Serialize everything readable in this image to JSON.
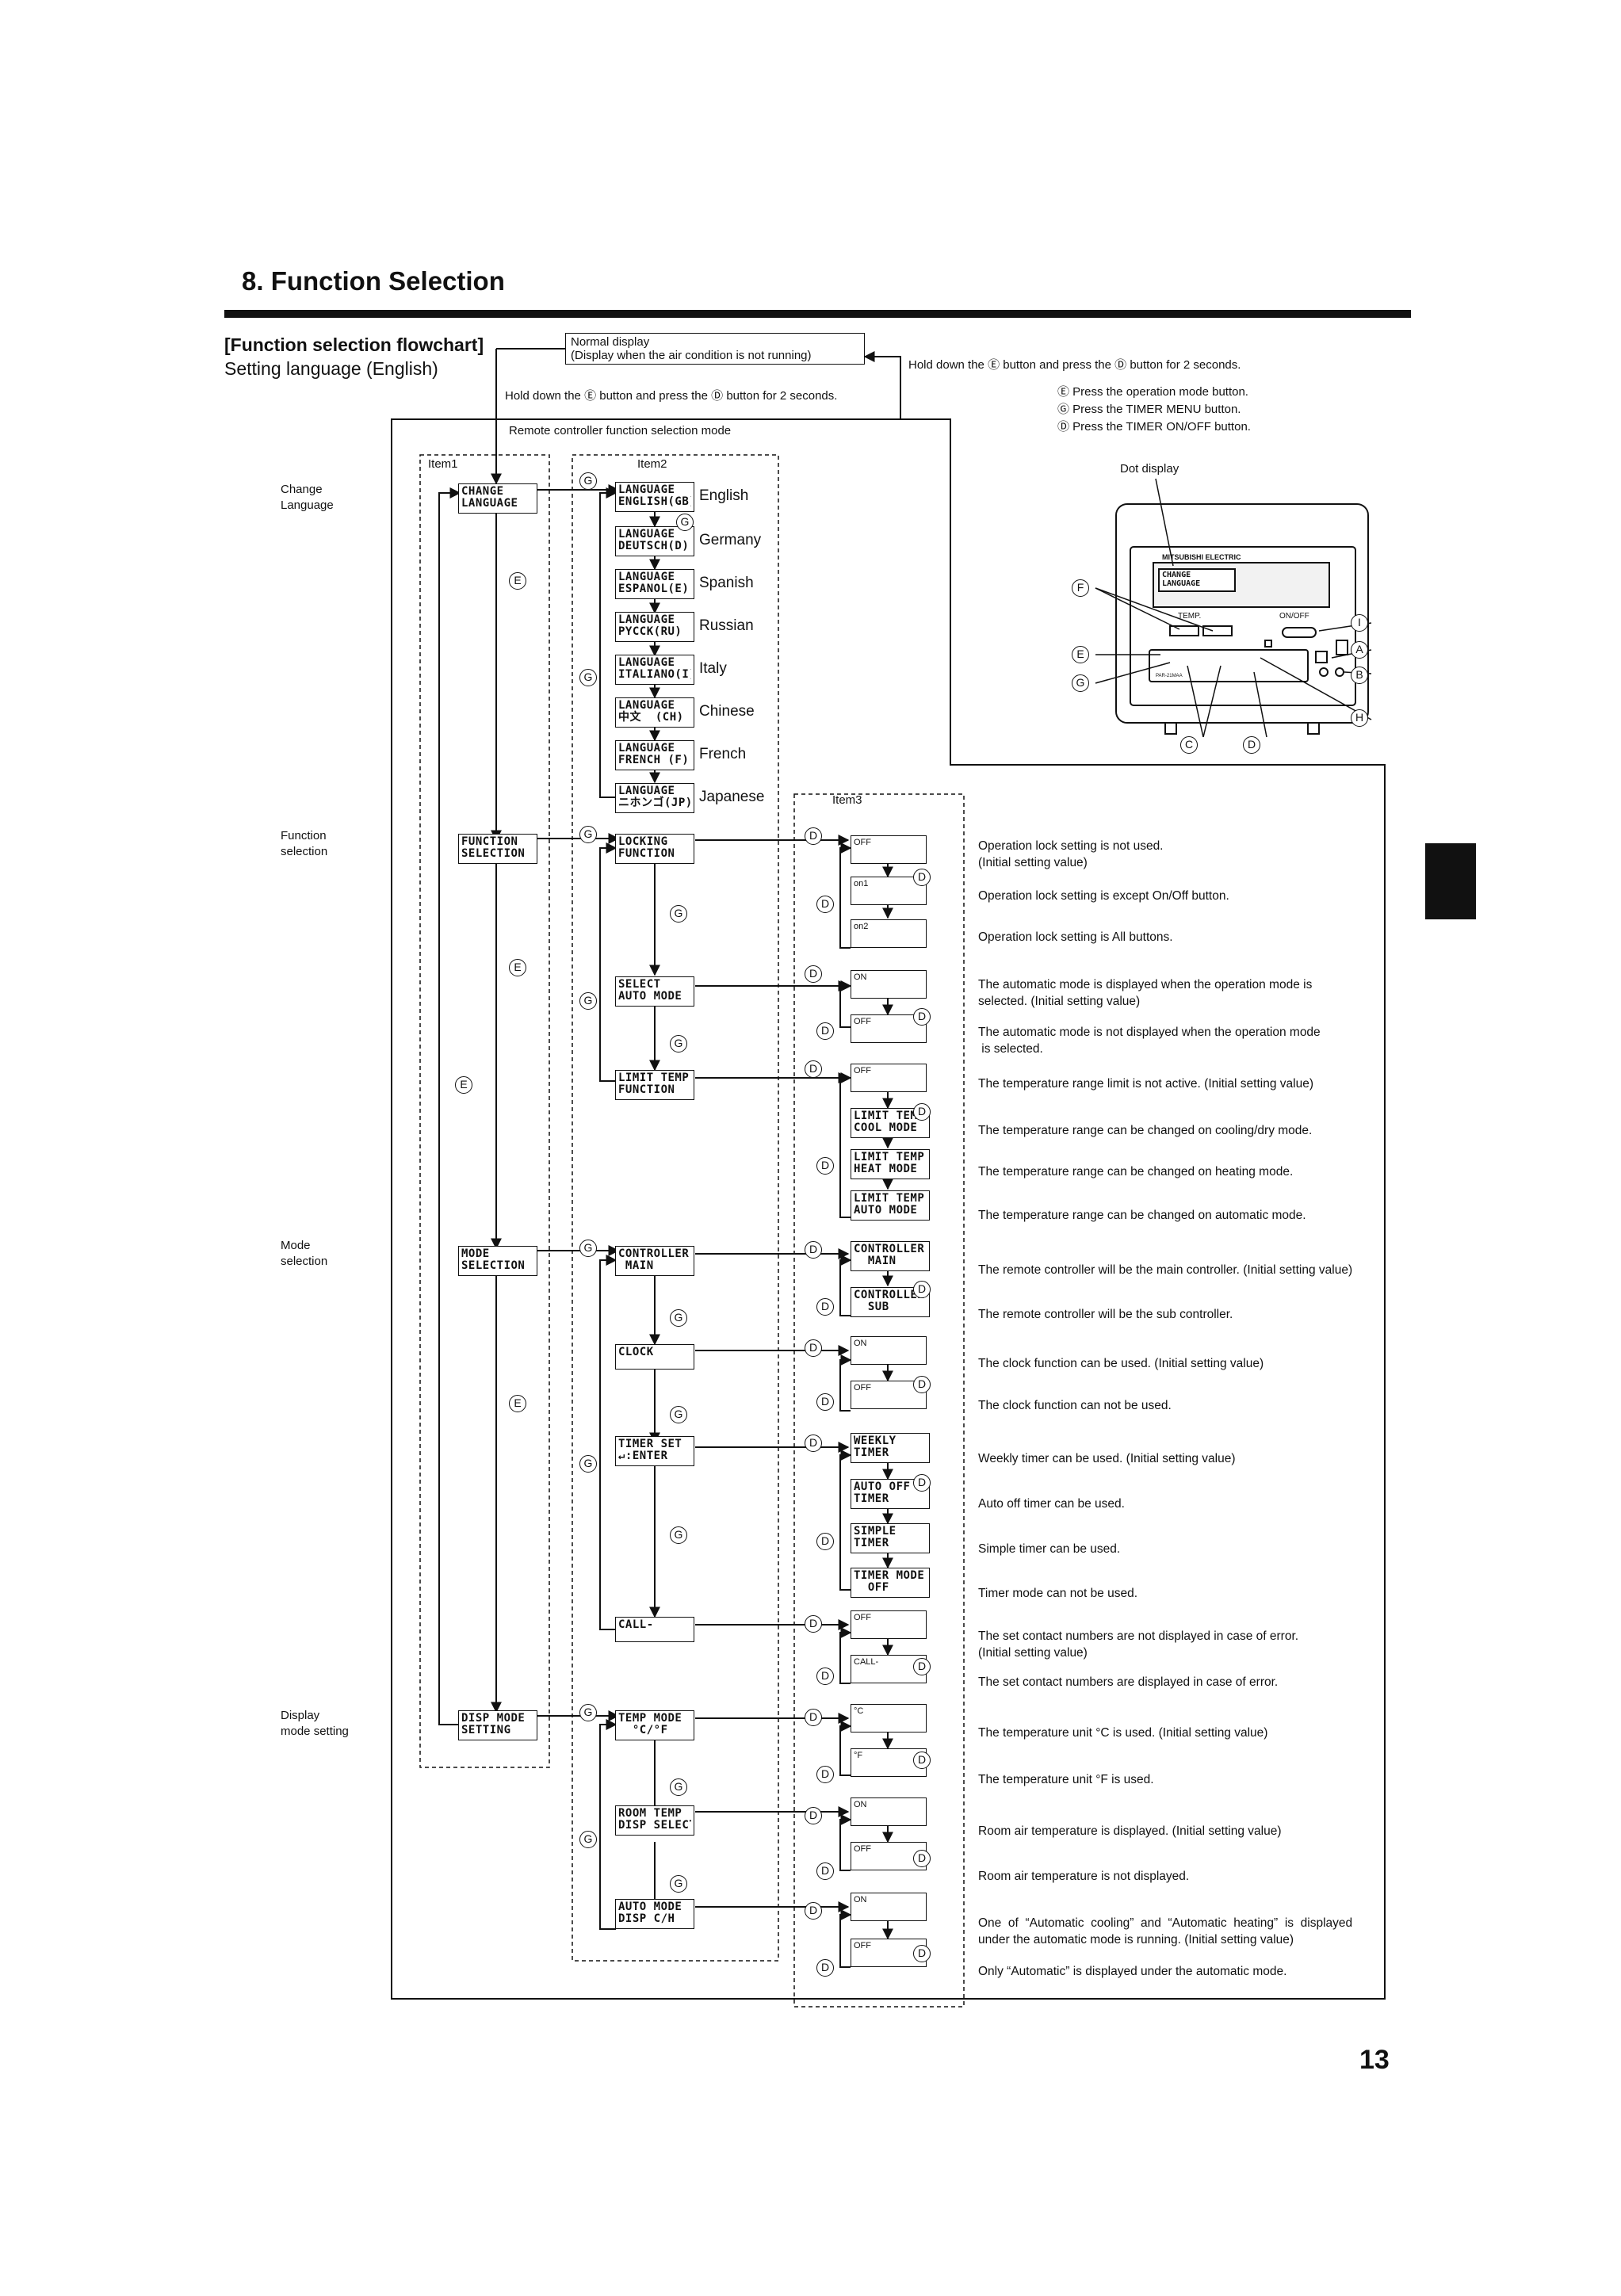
{
  "page": {
    "section_title": "8. Function Selection",
    "flowchart_title": "[Function selection flowchart]",
    "flowchart_subtitle": "Setting language (English)",
    "page_number": "13"
  },
  "top": {
    "normal_display_line1": "Normal display",
    "normal_display_line2": "(Display when the air condition is not running)",
    "hold_down_left": "Hold down the Ⓔ button and press the Ⓓ button for 2 seconds.",
    "hold_down_right": "Hold down the Ⓔ button and press the Ⓓ button for 2 seconds.",
    "legend_e": "Ⓔ Press the operation mode button.",
    "legend_g": "Ⓖ Press the TIMER MENU button.",
    "legend_d": "Ⓓ Press the TIMER ON/OFF button.",
    "mode_label": "Remote controller function selection mode",
    "dot_display": "Dot display"
  },
  "columns": {
    "item1": "Item1",
    "item2": "Item2",
    "item3": "Item3"
  },
  "groups": {
    "change_language": "Change\nLanguage",
    "function_selection": "Function\nselection",
    "mode_selection": "Mode\nselection",
    "display_mode": "Display\nmode setting"
  },
  "item1": {
    "change_language": "CHANGE\nLANGUAGE",
    "function_selection": "FUNCTION\nSELECTION",
    "mode_selection": "MODE\nSELECTION",
    "disp_mode": "DISP MODE\nSETTING"
  },
  "languages": [
    {
      "lcd": "LANGUAGE\nENGLISH(GB)",
      "label": "English"
    },
    {
      "lcd": "LANGUAGE\nDEUTSCH(D)",
      "label": "Germany"
    },
    {
      "lcd": "LANGUAGE\nESPANOL(E)",
      "label": "Spanish"
    },
    {
      "lcd": "LANGUAGE\nPYCCK(RU)",
      "label": "Russian"
    },
    {
      "lcd": "LANGUAGE\nITALIANO(I)",
      "label": "Italy"
    },
    {
      "lcd": "LANGUAGE\n中文  (CH)",
      "label": "Chinese"
    },
    {
      "lcd": "LANGUAGE\nFRENCH (F)",
      "label": "French"
    },
    {
      "lcd": "LANGUAGE\nニホンゴ(JP)",
      "label": "Japanese"
    }
  ],
  "item2": {
    "locking": "LOCKING\nFUNCTION",
    "select_auto": "SELECT\nAUTO MODE",
    "limit_temp": "LIMIT TEMP\nFUNCTION",
    "controller": "CONTROLLER\n MAIN",
    "clock": "CLOCK",
    "timer_set": "TIMER SET\n↵:ENTER",
    "call": "CALL-",
    "temp_mode": "TEMP MODE\n  °C/°F",
    "room_temp": "ROOM TEMP\nDISP SELECT",
    "auto_mode_disp": "AUTO MODE\nDISP C/H"
  },
  "item3": {
    "lock_off": "OFF",
    "lock_on1": "on1",
    "lock_on2": "on2",
    "auto_on": "ON",
    "auto_off": "OFF",
    "limit_off": "OFF",
    "limit_cool": "LIMIT TEMP\nCOOL MODE",
    "limit_heat": "LIMIT TEMP\nHEAT MODE",
    "limit_auto": "LIMIT TEMP\nAUTO MODE",
    "ctrl_main": "CONTROLLER\n  MAIN",
    "ctrl_sub": "CONTROLLER\n  SUB",
    "clock_on": "ON",
    "clock_off": "OFF",
    "weekly": "WEEKLY\nTIMER",
    "auto_off_timer": "AUTO OFF\nTIMER",
    "simple": "SIMPLE\nTIMER",
    "timer_mode_off": "TIMER MODE\n  OFF",
    "call_off": "OFF",
    "call_on": "CALL-",
    "temp_c": "°C",
    "temp_f": "°F",
    "room_on": "ON",
    "room_off": "OFF",
    "autodisp_on": "ON",
    "autodisp_off": "OFF"
  },
  "descriptions": {
    "lock_off": "Operation lock setting is not used.\n(Initial setting value)",
    "lock_on1": "Operation lock setting is except On/Off button.",
    "lock_on2": "Operation lock setting is All buttons.",
    "auto_on": "The automatic mode is displayed when the operation mode is\nselected. (Initial setting value)",
    "auto_off": "The automatic mode is not displayed when the operation mode\n is selected.",
    "limit_off": "The temperature range limit is not active. (Initial setting value)",
    "limit_cool": "The temperature range can be changed on cooling/dry mode.",
    "limit_heat": "The temperature range can be changed on heating mode.",
    "limit_auto": "The temperature range can be changed on automatic mode.",
    "ctrl_main": "The remote controller will be the main controller. (Initial setting value)",
    "ctrl_sub": "The remote controller will be the sub controller.",
    "clock_on": "The clock function can be used. (Initial setting value)",
    "clock_off": "The clock function can not be used.",
    "weekly": "Weekly timer can be used. (Initial setting value)",
    "auto_off_timer": "Auto off timer can be used.",
    "simple": "Simple timer can be used.",
    "timer_mode_off": "Timer mode can not be used.",
    "call_off": "The set contact numbers are not displayed in case of error.\n(Initial setting value)",
    "call_on": "The set contact numbers are displayed in case of error.",
    "temp_c": "The temperature unit °C is used. (Initial setting value)",
    "temp_f": "The temperature unit °F is used.",
    "room_on": "Room air temperature is displayed. (Initial setting value)",
    "room_off": "Room air temperature is not displayed.",
    "autodisp_on": "One  of  “Automatic  cooling”  and  “Automatic  heating”  is  displayed\nunder the automatic mode is running. (Initial setting value)",
    "autodisp_off": "Only “Automatic” is displayed under the automatic mode."
  },
  "remote": {
    "brand": "MITSUBISHI ELECTRIC",
    "screen_text": "CHANGE\nLANGUAGE",
    "temp_label": "TEMP.",
    "onoff_label": "ON/OFF",
    "model": "PAR-21MAA",
    "callouts": [
      "F",
      "E",
      "G",
      "C",
      "D",
      "H",
      "I",
      "A",
      "B"
    ]
  },
  "letters": {
    "E": "E",
    "G": "G",
    "D": "D"
  }
}
